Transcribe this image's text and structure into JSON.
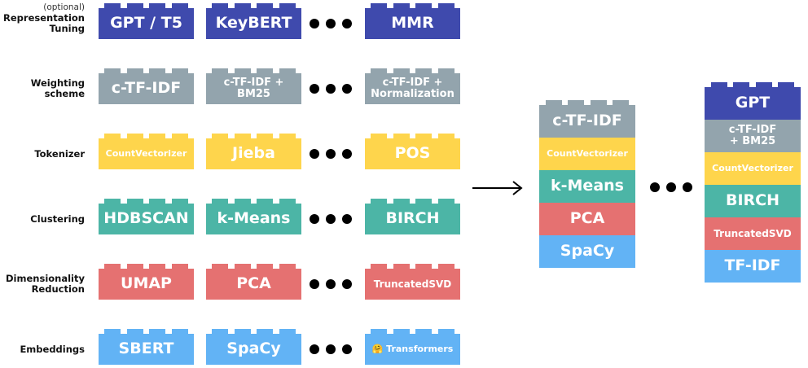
{
  "colors": {
    "representation": "#3F4AAD",
    "weighting": "#93A4AD",
    "tokenizer": "#FED54C",
    "clustering": "#4CB5A6",
    "dimred": "#E57171",
    "embeddings": "#62B3F5"
  },
  "rows": [
    {
      "key": "representation",
      "optional": "(optional)",
      "label": "Representation\nTuning",
      "bricks": [
        "GPT / T5",
        "KeyBERT",
        "MMR"
      ]
    },
    {
      "key": "weighting",
      "optional": "",
      "label": "Weighting\nscheme",
      "bricks": [
        "c-TF-IDF",
        "c-TF-IDF +\nBM25",
        "c-TF-IDF +\nNormalization"
      ]
    },
    {
      "key": "tokenizer",
      "optional": "",
      "label": "Tokenizer",
      "bricks": [
        "CountVectorizer",
        "Jieba",
        "POS"
      ]
    },
    {
      "key": "clustering",
      "optional": "",
      "label": "Clustering",
      "bricks": [
        "HDBSCAN",
        "k-Means",
        "BIRCH"
      ]
    },
    {
      "key": "dimred",
      "optional": "",
      "label": "Dimensionality\nReduction",
      "bricks": [
        "UMAP",
        "PCA",
        "TruncatedSVD"
      ]
    },
    {
      "key": "embeddings",
      "optional": "",
      "label": "Embeddings",
      "bricks": [
        "SBERT",
        "SpaCy",
        "🤗 Transformers"
      ]
    }
  ],
  "stack1": [
    {
      "key": "weighting",
      "text": "c-TF-IDF"
    },
    {
      "key": "tokenizer",
      "text": "CountVectorizer"
    },
    {
      "key": "clustering",
      "text": "k-Means"
    },
    {
      "key": "dimred",
      "text": "PCA"
    },
    {
      "key": "embeddings",
      "text": "SpaCy"
    }
  ],
  "stack2": [
    {
      "key": "representation",
      "text": "GPT"
    },
    {
      "key": "weighting",
      "text": "c-TF-IDF\n+ BM25"
    },
    {
      "key": "tokenizer",
      "text": "CountVectorizer"
    },
    {
      "key": "clustering",
      "text": "BIRCH"
    },
    {
      "key": "dimred",
      "text": "TruncatedSVD"
    },
    {
      "key": "embeddings",
      "text": "TF-IDF"
    }
  ]
}
